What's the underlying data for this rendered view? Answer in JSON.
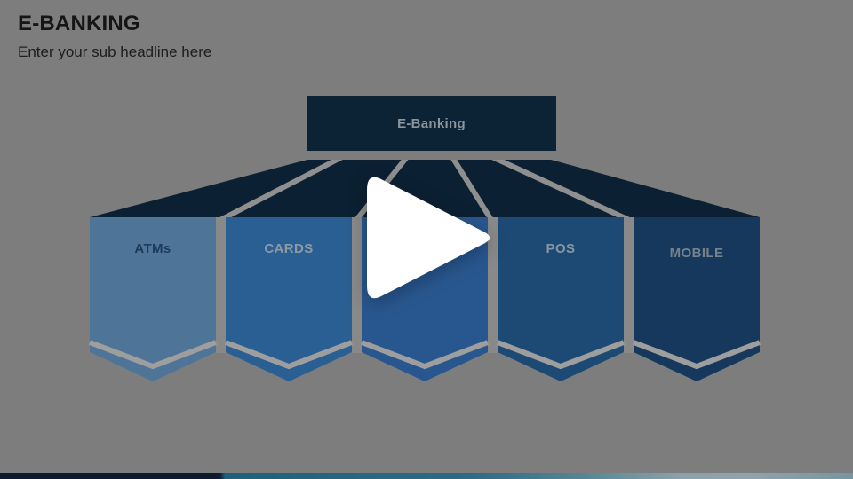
{
  "background_color": "#7D7D7D",
  "slide": {
    "title": "E-BANKING",
    "subtitle": "Enter your sub headline here"
  },
  "diagram": {
    "root": {
      "label": "E-Banking",
      "box_color": "#0C2235",
      "label_color": "#8B959E"
    },
    "roof_color": "#0C2033",
    "roof_gap_color": "#8F8F8F",
    "face_gap_color": "#898989",
    "chevron_stripe_color": "#9E9E9E",
    "banners": [
      {
        "label": "ATMs",
        "face_color": "#4E7598",
        "label_color": "#1C3A59"
      },
      {
        "label": "CARDS",
        "face_color": "#2A5F93",
        "label_color": "#8D9AA6"
      },
      {
        "label": "",
        "face_color": "#28578F",
        "label_color": "#8D9AA6"
      },
      {
        "label": "POS",
        "face_color": "#1D4A75",
        "label_color": "#8796A3"
      },
      {
        "label": "MOBILE",
        "face_color": "#15385C",
        "label_color": "#75828E"
      }
    ]
  },
  "video_player": {
    "play_button_color": "#FFFFFF"
  },
  "footer_bar": {
    "left_color": "#0D1B31",
    "teal_color": "#2D6B84",
    "highlight_color": "#8BA2AB"
  }
}
